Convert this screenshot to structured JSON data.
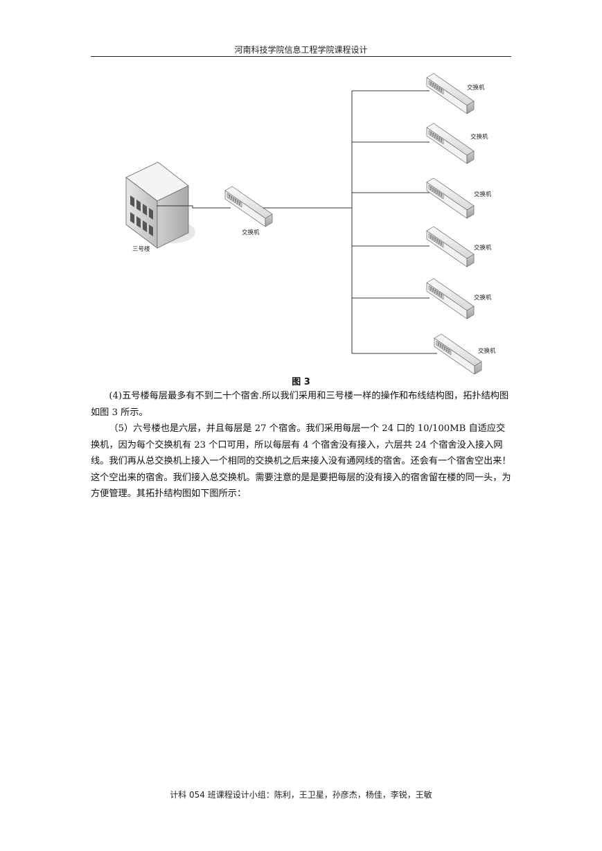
{
  "header": {
    "text": "河南科技学院信息工程学院课程设计"
  },
  "figure": {
    "building_label": "三号楼",
    "core_switch_label": "交换机",
    "switch_labels": [
      "交换机",
      "交换机",
      "交换机",
      "交换机",
      "交换机",
      "交换机"
    ],
    "caption": "图 3"
  },
  "body": {
    "paragraphs": [
      "(4)五号楼每层最多有不到二十个宿舍.所以我们采用和三号楼一样的操作和布线结构图，拓扑结构图如图 3 所示。",
      "（5）六号楼也是六层，并且每层是 27 个宿舍。我们采用每层一个 24 口的 10/100MB 自适应交换机，因为每个交换机有 23 个口可用，所以每层有 4 个宿舍没有接入，六层共 24 个宿舍没入接入网线。我们再从总交换机上接入一个相同的交换机之后来接入没有通网线的宿舍。还会有一个宿舍空出来！这个空出来的宿舍。我们接入总交换机。需要注意的是是要把每层的没有接入的宿舍留在楼的同一头，为方便管理。其拓扑结构图如下图所示："
    ]
  },
  "footer": {
    "text": "计科 054 班课程设计小组：陈利，王卫星，孙彦杰，杨佳，李锐，王敏"
  }
}
